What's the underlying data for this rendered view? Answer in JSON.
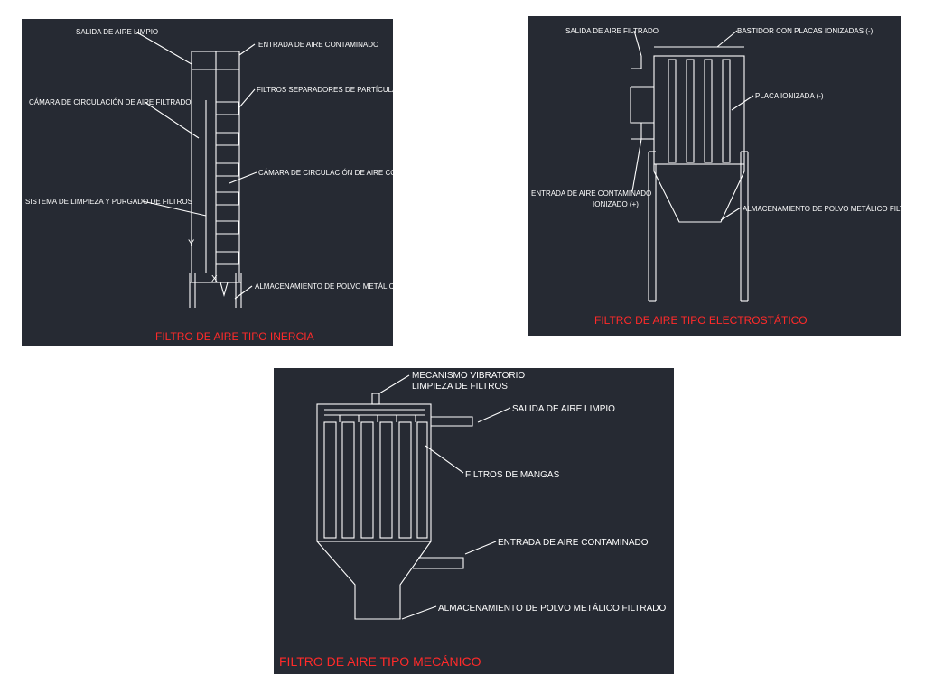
{
  "inertia": {
    "labels": {
      "clean_air_outlet": "SALIDA DE AIRE LIMPIO",
      "contaminated_air_inlet": "ENTRADA DE AIRE CONTAMINADO",
      "particle_separator_filters": "FILTROS SEPARADORES DE PARTÍCULAS",
      "filtered_air_chamber": "CÁMARA DE CIRCULACIÓN DE AIRE FILTRADO",
      "contaminated_air_chamber": "CÁMARA DE CIRCULACIÓN DE AIRE CONTAMINADO",
      "cleaning_system": "SISTEMA DE LIMPIEZA Y PURGADO DE FILTROS",
      "dust_storage": "ALMACENAMIENTO DE POLVO METÁLICO FILTRADO",
      "mark_y": "Y",
      "mark_x": "X"
    },
    "caption": "FILTRO DE AIRE TIPO INERCIA"
  },
  "electrostatic": {
    "labels": {
      "filtered_air_outlet": "SALIDA DE AIRE FILTRADO",
      "ionized_plates_frame": "BASTIDOR CON PLACAS IONIZADAS (-)",
      "ionized_plate": "PLACA IONIZADA (-)",
      "inlet_line1": "ENTRADA DE AIRE CONTAMINADO",
      "inlet_line2": "IONIZADO (+)",
      "dust_storage": "ALMACENAMIENTO DE POLVO METÁLICO FILTRADO"
    },
    "caption": "FILTRO DE AIRE TIPO ELECTROSTÁTICO"
  },
  "mechanical": {
    "labels": {
      "vibrator_line1": "MECANISMO VIBRATORIO",
      "vibrator_line2": "LIMPIEZA DE FILTROS",
      "clean_air_outlet": "SALIDA DE AIRE LIMPIO",
      "bag_filters": "FILTROS DE MANGAS",
      "contaminated_air_inlet": "ENTRADA DE AIRE CONTAMINADO",
      "dust_storage": "ALMACENAMIENTO DE POLVO METÁLICO FILTRADO"
    },
    "caption": "FILTRO DE AIRE TIPO MECÁNICO"
  }
}
